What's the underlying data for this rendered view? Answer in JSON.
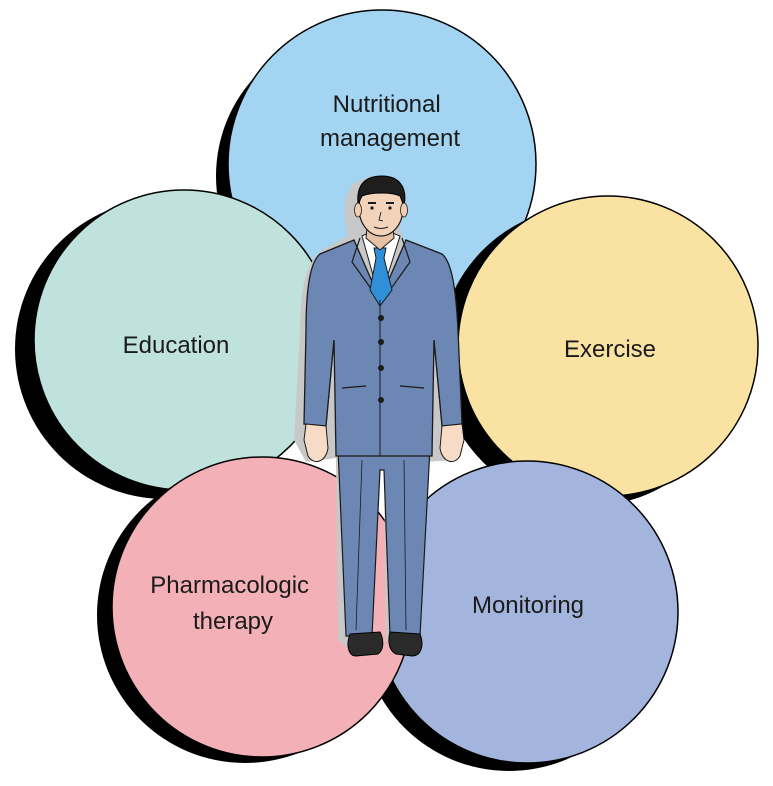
{
  "circles": [
    {
      "id": "nutritional",
      "lines": [
        "Nutritional",
        "management"
      ],
      "color": "#a3d4f2"
    },
    {
      "id": "education",
      "lines": [
        "Education"
      ],
      "color": "#c0e2dc"
    },
    {
      "id": "exercise",
      "lines": [
        "Exercise"
      ],
      "color": "#fae2a2"
    },
    {
      "id": "pharmacologic",
      "lines": [
        "Pharmacologic",
        "therapy"
      ],
      "color": "#f3b0b6"
    },
    {
      "id": "monitoring",
      "lines": [
        "Monitoring"
      ],
      "color": "#a4b5dd"
    }
  ],
  "figure": {
    "icon": "businessman-figure",
    "suit_color": "#6c87b4",
    "tie_color": "#2f8fd8"
  }
}
